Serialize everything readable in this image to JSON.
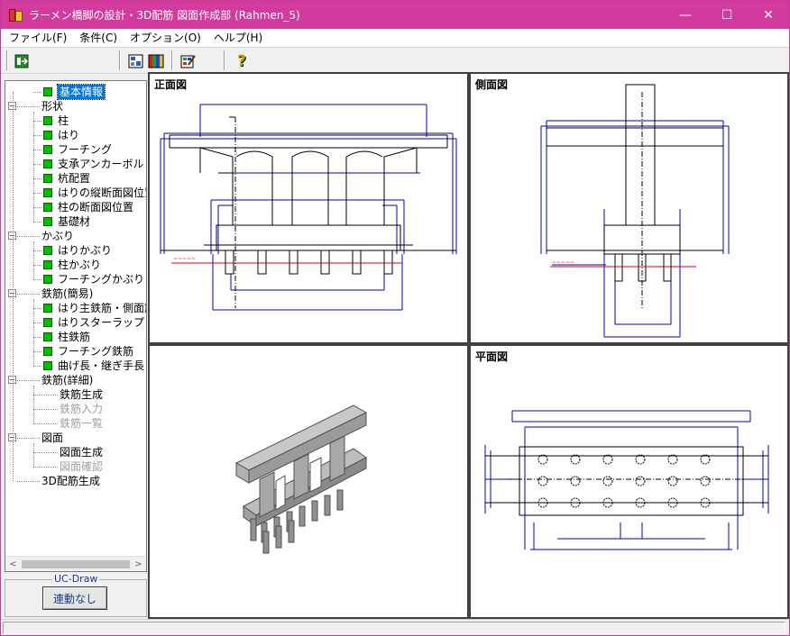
{
  "window": {
    "title": "ラーメン橋脚の設計・3D配筋 図面作成部 (Rahmen_5)",
    "minimize": "—",
    "maximize": "☐",
    "close": "✕"
  },
  "menu": [
    {
      "label": "ファイル(F)"
    },
    {
      "label": "条件(C)"
    },
    {
      "label": "オプション(O)"
    },
    {
      "label": "ヘルプ(H)"
    }
  ],
  "toolbar": {
    "buttons": [
      "exit-icon",
      "layout-icon",
      "palette-icon",
      "edit-check-icon",
      "help-icon"
    ],
    "help_glyph": "?"
  },
  "tree": {
    "items": [
      {
        "label": "基本情報",
        "level": 1,
        "status": "green",
        "selected": true
      },
      {
        "label": "形状",
        "level": 0,
        "expander": "−"
      },
      {
        "label": "柱",
        "level": 1,
        "status": "green"
      },
      {
        "label": "はり",
        "level": 1,
        "status": "green"
      },
      {
        "label": "フーチング",
        "level": 1,
        "status": "green"
      },
      {
        "label": "支承アンカーボルト",
        "level": 1,
        "status": "green"
      },
      {
        "label": "杭配置",
        "level": 1,
        "status": "green"
      },
      {
        "label": "はりの縦断面図位置",
        "level": 1,
        "status": "green"
      },
      {
        "label": "柱の断面図位置",
        "level": 1,
        "status": "green"
      },
      {
        "label": "基礎材",
        "level": 1,
        "status": "green"
      },
      {
        "label": "かぶり",
        "level": 0,
        "expander": "−"
      },
      {
        "label": "はりかぶり",
        "level": 1,
        "status": "green"
      },
      {
        "label": "柱かぶり",
        "level": 1,
        "status": "green"
      },
      {
        "label": "フーチングかぶり",
        "level": 1,
        "status": "green"
      },
      {
        "label": "鉄筋(簡易)",
        "level": 0,
        "expander": "−"
      },
      {
        "label": "はり主鉄筋・側面筋",
        "level": 1,
        "status": "green"
      },
      {
        "label": "はりスターラップ・側",
        "level": 1,
        "status": "green"
      },
      {
        "label": "柱鉄筋",
        "level": 1,
        "status": "green"
      },
      {
        "label": "フーチング鉄筋",
        "level": 1,
        "status": "green"
      },
      {
        "label": "曲げ長・継ぎ手長",
        "level": 1,
        "status": "green"
      },
      {
        "label": "鉄筋(詳細)",
        "level": 0,
        "expander": "−"
      },
      {
        "label": "鉄筋生成",
        "level": 1,
        "status": "none"
      },
      {
        "label": "鉄筋入力",
        "level": 1,
        "status": "none",
        "disabled": true
      },
      {
        "label": "鉄筋一覧",
        "level": 1,
        "status": "none",
        "disabled": true
      },
      {
        "label": "図面",
        "level": 0,
        "expander": "−"
      },
      {
        "label": "図面生成",
        "level": 1,
        "status": "none"
      },
      {
        "label": "図面確認",
        "level": 1,
        "status": "none",
        "disabled": true
      },
      {
        "label": "3D配筋生成",
        "level": 0,
        "expander": ""
      }
    ],
    "scroll_left": "<",
    "scroll_right": ">"
  },
  "ucdraw": {
    "title": "UC-Draw",
    "button_label": "連動なし"
  },
  "views": {
    "front": {
      "title": "正面図"
    },
    "side": {
      "title": "側面図"
    },
    "model3d": {
      "title": ""
    },
    "plan": {
      "title": "平面図"
    }
  },
  "colors": {
    "titlebar": "#d33a9d",
    "drawing_blue": "#0000c8",
    "drawing_red": "#e00000",
    "status_green": "#00c000",
    "selection": "#0078d7"
  }
}
